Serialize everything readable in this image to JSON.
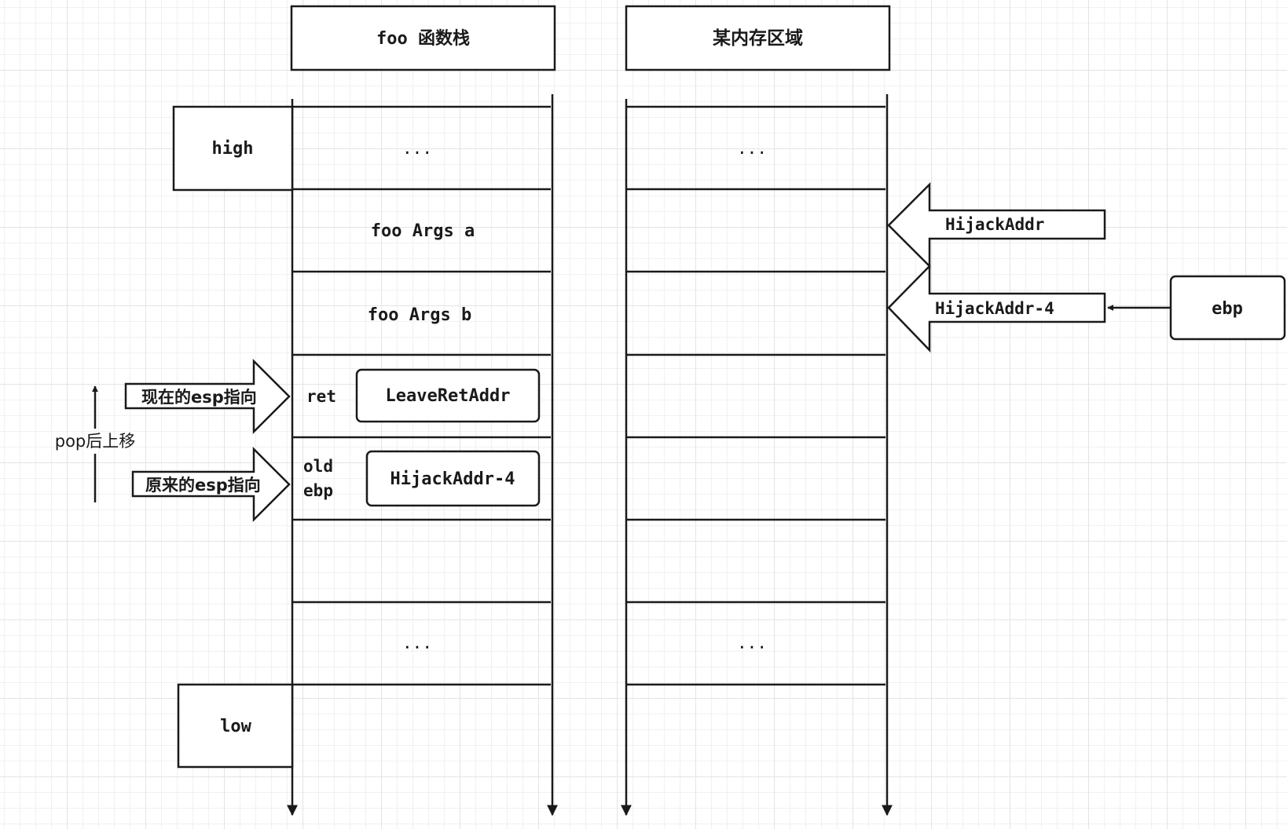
{
  "headers": {
    "foo_stack": "foo 函数栈",
    "memory_region": "某内存区域"
  },
  "stack_cells": {
    "top_dots": "...",
    "args_a": "foo Args a",
    "args_b": "foo Args b",
    "ret_label": "ret",
    "ret_value": "LeaveRetAddr",
    "old_ebp_label_1": "old",
    "old_ebp_label_2": "ebp",
    "old_ebp_value": "HijackAddr-4",
    "bottom_dots": "..."
  },
  "memory_cells": {
    "top_dots": "...",
    "bottom_dots": "..."
  },
  "side_labels": {
    "high": "high",
    "low": "low",
    "pop_move": "pop后上移"
  },
  "pointers": {
    "current_esp": "现在的esp指向",
    "original_esp": "原来的esp指向",
    "hijack_addr": "HijackAddr",
    "hijack_addr_minus4": "HijackAddr-4",
    "ebp": "ebp"
  }
}
